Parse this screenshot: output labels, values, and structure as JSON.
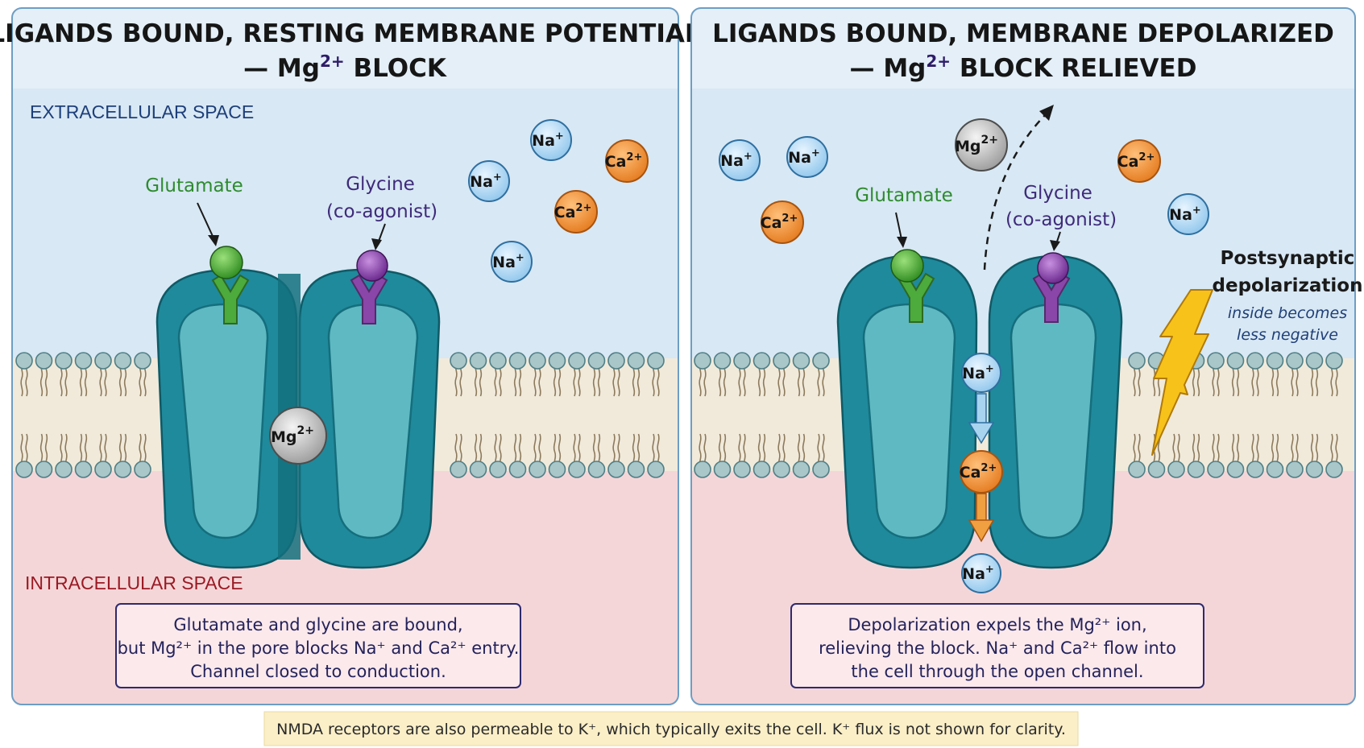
{
  "left_panel": {
    "title_line1": "LIGANDS BOUND, RESTING MEMBRANE POTENTIAL",
    "title_line2_prefix": "— Mg",
    "title_line2_sup": "2+",
    "title_line2_suffix": " BLOCK",
    "extracellular_label": "EXTRACELLULAR SPACE",
    "intracellular_label": "INTRACELLULAR SPACE",
    "glutamate_label": "Glutamate",
    "glycine_label_1": "Glycine",
    "glycine_label_2": "(co-agonist)",
    "caption_line1": "Glutamate and glycine are bound,",
    "caption_line2": "but Mg²⁺ in the pore blocks Na⁺ and Ca²⁺ entry.",
    "caption_line3": "Channel closed to conduction."
  },
  "right_panel": {
    "title_line1": "LIGANDS BOUND, MEMBRANE DEPOLARIZED",
    "title_line2_prefix": "— Mg",
    "title_line2_sup": "2+",
    "title_line2_suffix": " BLOCK RELIEVED",
    "glutamate_label": "Glutamate",
    "glycine_label_1": "Glycine",
    "glycine_label_2": "(co-agonist)",
    "side_title_1": "Postsynaptic",
    "side_title_2": "depolarization",
    "side_note_1": "inside becomes",
    "side_note_2": "less negative",
    "caption_line1": "Depolarization expels the Mg²⁺ ion,",
    "caption_line2": "relieving the block. Na⁺ and Ca²⁺ flow into",
    "caption_line3": "the cell through the open channel."
  },
  "ions": {
    "na": {
      "symbol": "Na",
      "charge": "+"
    },
    "ca": {
      "symbol": "Ca",
      "charge": "2+"
    },
    "mg": {
      "symbol": "Mg",
      "charge": "2+"
    }
  },
  "footnote": "NMDA receptors are also permeable to K⁺, which typically exits the cell. K⁺ flux is not shown for clarity.",
  "colors": {
    "extracellular": "#d8e8f4",
    "intracellular": "#f5d6d8",
    "receptor_outer": "#1f8a9c",
    "receptor_inner": "#5fb9c3",
    "glutamate": "#2e8b2e",
    "glycine": "#6a2f8f",
    "na_ion": "#a9d4f0",
    "ca_ion": "#f08a2a",
    "mg_ion": "#b8b8b8",
    "footnote_bg": "#fbefc8",
    "bolt": "#f7c21a"
  }
}
